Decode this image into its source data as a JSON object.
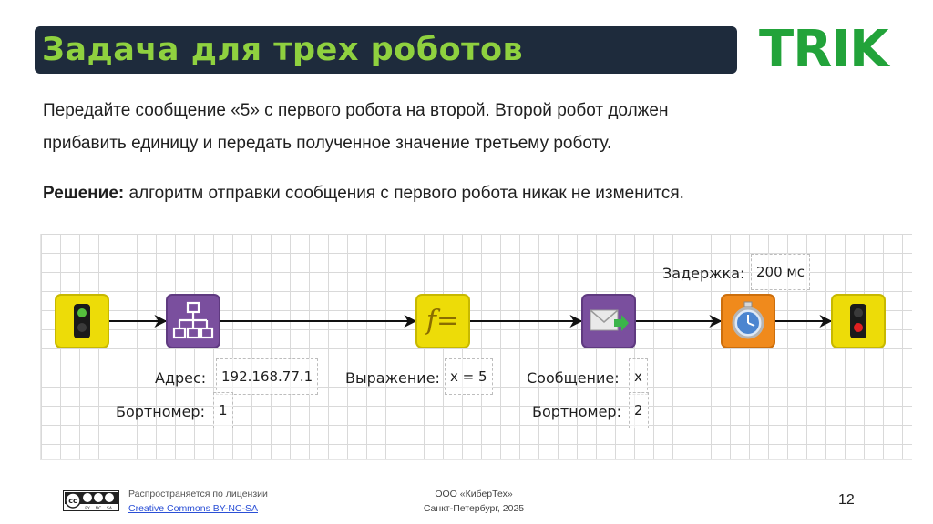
{
  "header": {
    "title": "Задача для трех роботов",
    "logo": "TRIK"
  },
  "body": {
    "paragraph_line1": "Передайте сообщение «5» с первого робота на второй. Второй робот должен",
    "paragraph_line2": "прибавить единицу и передать полученное значение третьему роботу.",
    "solution_label": "Решение:",
    "solution_text": " алгоритм отправки сообщения с первого робота никак не изменится."
  },
  "diagram": {
    "blocks": [
      {
        "name": "start",
        "icon": "traffic-light-green-icon",
        "color": "#eddc08"
      },
      {
        "name": "network-init",
        "icon": "network-tree-icon",
        "color": "#7a4f9e"
      },
      {
        "name": "expression",
        "icon": "function-icon",
        "glyph": "f=",
        "color": "#eddc08"
      },
      {
        "name": "send-message",
        "icon": "envelope-send-icon",
        "color": "#7a4f9e"
      },
      {
        "name": "timer",
        "icon": "stopwatch-icon",
        "color": "#f08a1c"
      },
      {
        "name": "stop",
        "icon": "traffic-light-red-icon",
        "color": "#eddc08"
      }
    ],
    "delay_label": "Задержка:",
    "delay_value": "200 мс",
    "address_label": "Адрес:",
    "address_value": "192.168.77.1",
    "board1_label": "Бортномер:",
    "board1_value": "1",
    "expression_label": "Выражение:",
    "expression_value": "x = 5",
    "message_label": "Сообщение:",
    "message_value": "x",
    "board2_label": "Бортномер:",
    "board2_value": "2"
  },
  "footer": {
    "license_line": "Распространяется по лицензии",
    "license_link": "Creative Commons BY-NC-SA",
    "cc_badge": "cc BY NC SA",
    "org_line1": "ООО «КиберТех»",
    "org_line2": "Санкт-Петербург, 2025",
    "page_number": "12"
  },
  "colors": {
    "title_bar_bg": "#1e2b3c",
    "title_text": "#8fd13f",
    "logo": "#22a33a",
    "link": "#2a4fd6"
  }
}
